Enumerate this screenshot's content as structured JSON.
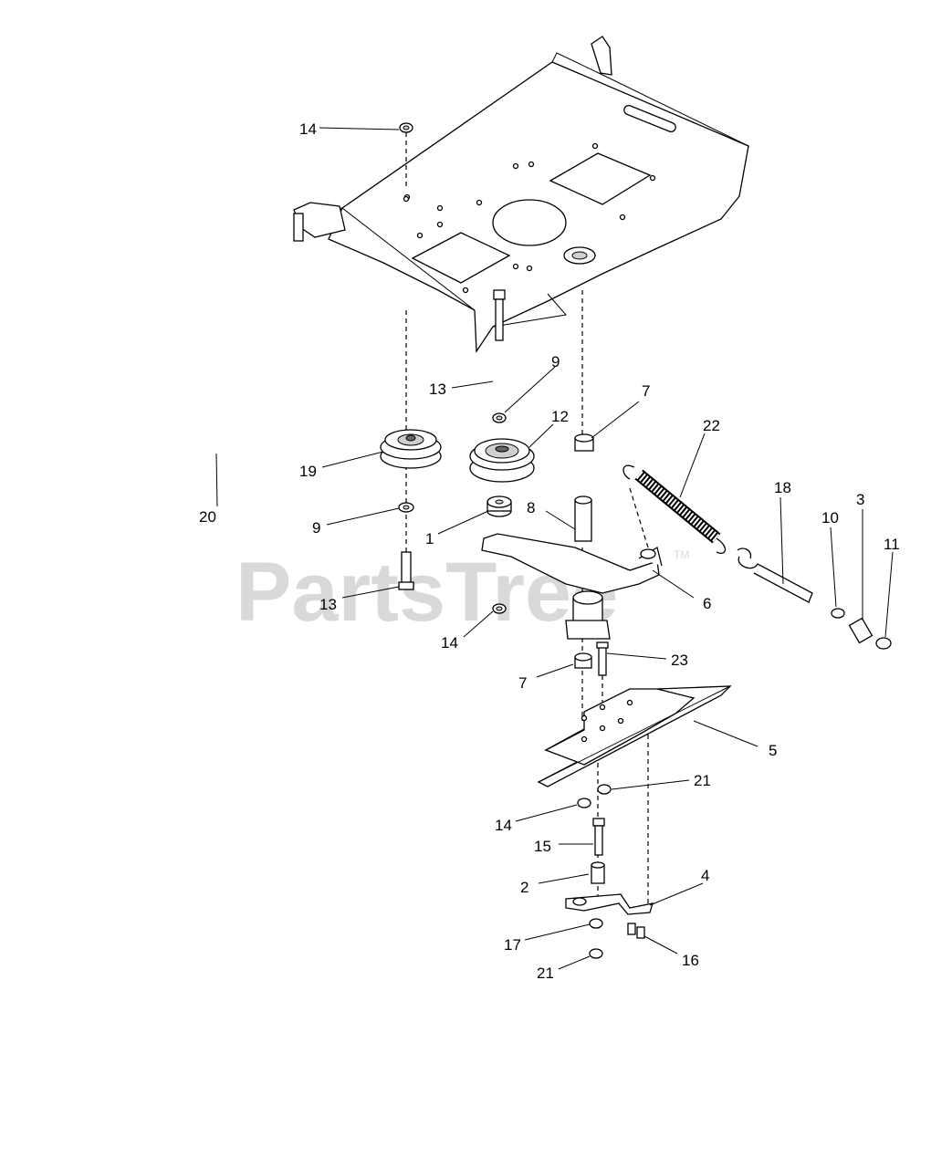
{
  "watermark": {
    "text": "PartsTree",
    "mark": "TM"
  },
  "callouts": [
    {
      "id": "c14a",
      "label": "14"
    },
    {
      "id": "c13a",
      "label": "13"
    },
    {
      "id": "c9a",
      "label": "9"
    },
    {
      "id": "c7a",
      "label": "7"
    },
    {
      "id": "c12",
      "label": "12"
    },
    {
      "id": "c22",
      "label": "22"
    },
    {
      "id": "c19",
      "label": "19"
    },
    {
      "id": "c20",
      "label": "20"
    },
    {
      "id": "c9b",
      "label": "9"
    },
    {
      "id": "c1",
      "label": "1"
    },
    {
      "id": "c8",
      "label": "8"
    },
    {
      "id": "c18",
      "label": "18"
    },
    {
      "id": "c3",
      "label": "3"
    },
    {
      "id": "c10",
      "label": "10"
    },
    {
      "id": "c11",
      "label": "11"
    },
    {
      "id": "c6",
      "label": "6"
    },
    {
      "id": "c13b",
      "label": "13"
    },
    {
      "id": "c14b",
      "label": "14"
    },
    {
      "id": "c7b",
      "label": "7"
    },
    {
      "id": "c23",
      "label": "23"
    },
    {
      "id": "c5",
      "label": "5"
    },
    {
      "id": "c21a",
      "label": "21"
    },
    {
      "id": "c14c",
      "label": "14"
    },
    {
      "id": "c15",
      "label": "15"
    },
    {
      "id": "c2",
      "label": "2"
    },
    {
      "id": "c4",
      "label": "4"
    },
    {
      "id": "c17",
      "label": "17"
    },
    {
      "id": "c16",
      "label": "16"
    },
    {
      "id": "c21b",
      "label": "21"
    }
  ]
}
